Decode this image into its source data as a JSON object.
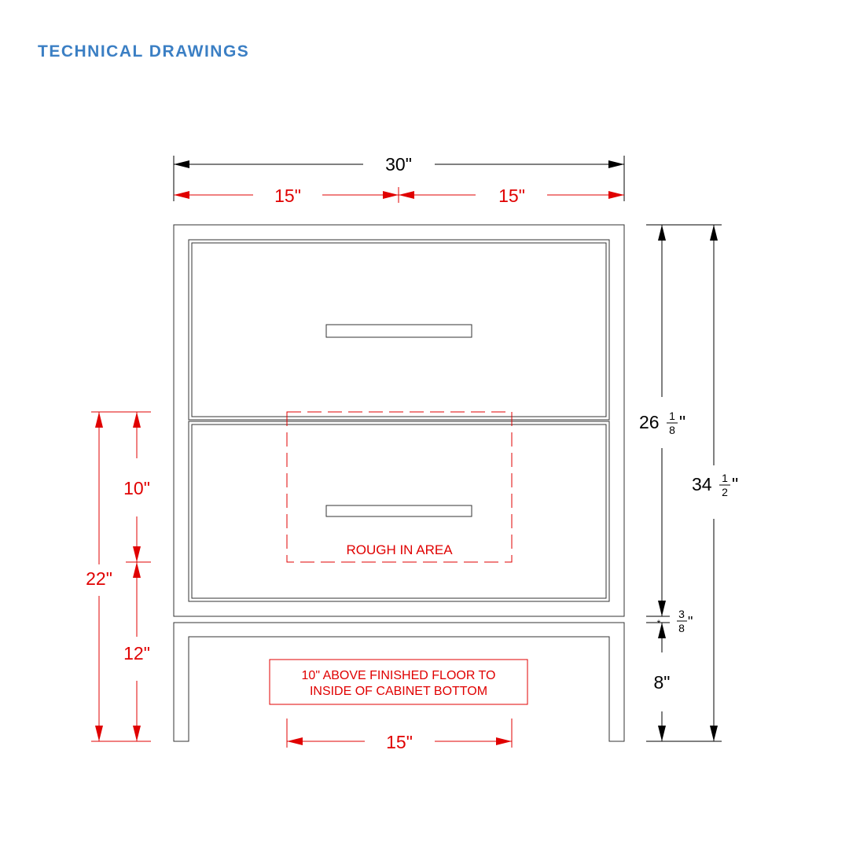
{
  "page": {
    "heading": "TECHNICAL DRAWINGS"
  },
  "colors": {
    "heading": "#3b7fc4",
    "dim_red": "#e00000",
    "dim_black": "#000000",
    "outline": "#333333"
  },
  "dimensions": {
    "overall_width": "30\"",
    "left_half": "15\"",
    "right_half": "15\"",
    "bottom_width": "15\"",
    "left_upper": "10\"",
    "left_lower": "12\"",
    "left_total": "22\"",
    "cabinet_height_whole": "26",
    "cabinet_height_num": "1",
    "cabinet_height_den": "8",
    "total_height_whole": "34",
    "total_height_num": "1",
    "total_height_den": "2",
    "gap_num": "3",
    "gap_den": "8",
    "base_height": "8\""
  },
  "notes": {
    "rough_in": "ROUGH IN AREA",
    "floor_line1": "10\" ABOVE FINISHED FLOOR TO",
    "floor_line2": "INSIDE OF CABINET BOTTOM"
  }
}
